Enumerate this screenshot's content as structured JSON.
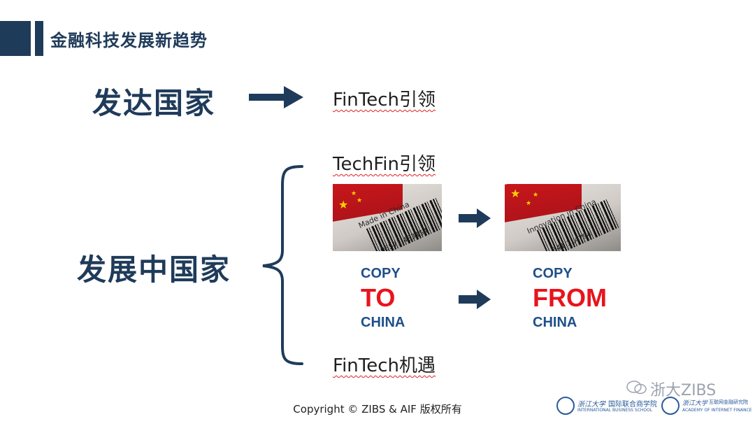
{
  "header": {
    "title": "金融科技发展新趋势"
  },
  "developed": {
    "label": "发达国家",
    "lead": "FinTech引领"
  },
  "developing": {
    "label": "发展中国家",
    "techfin": "TechFin引领",
    "fintech_opportunity": "FinTech机遇",
    "photo_left": {
      "text": "Made in China",
      "digits": "05571 483154"
    },
    "photo_right": {
      "text": "Innovation in China",
      "digits": "541 114794"
    },
    "copy_to": {
      "line1": "COPY",
      "line2": "TO",
      "line3": "CHINA"
    },
    "copy_from": {
      "line1": "COPY",
      "line2": "FROM",
      "line3": "CHINA"
    }
  },
  "footer": {
    "copyright": "Copyright © ZIBS & AIF 版权所有"
  },
  "logos": {
    "zju_name": "浙江大学",
    "ibs_cn": "国际联合商学院",
    "ibs_en": "INTERNATIONAL BUSINESS SCHOOL",
    "aif_cn": "互联网金融研究院",
    "aif_en": "ACADEMY OF INTERNET FINANCE"
  },
  "watermark": "浙大ZIBS",
  "colors": {
    "navy": "#1f3b5a",
    "blue": "#1f4f8a",
    "red": "#e8141c"
  }
}
